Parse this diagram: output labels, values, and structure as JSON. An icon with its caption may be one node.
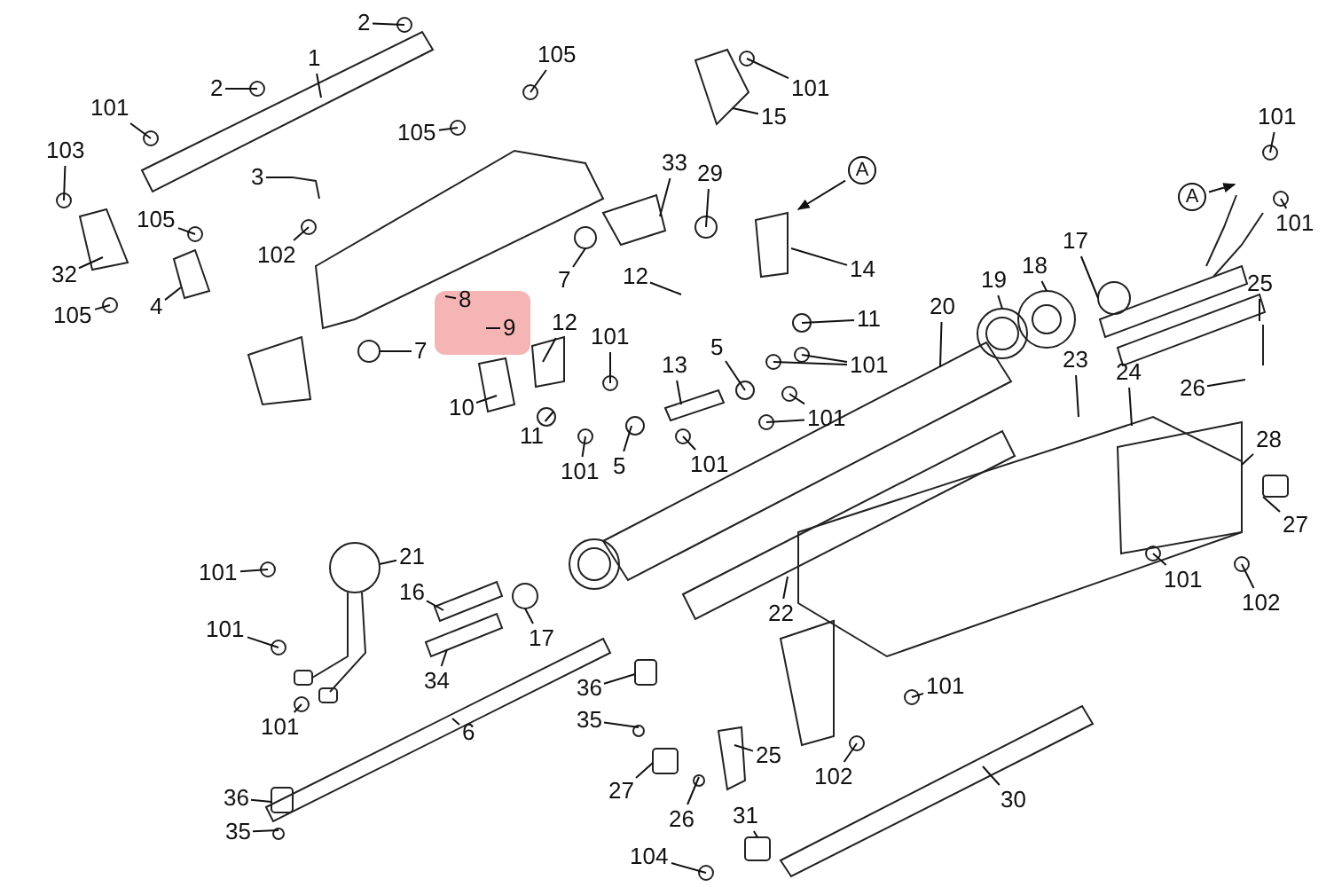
{
  "diagram": {
    "nodes": [
      {
        "text": [
          "2"
        ]
      },
      {
        "text": [
          "2"
        ]
      },
      {
        "text": [
          "1"
        ]
      },
      {
        "text": [
          "101"
        ]
      },
      {
        "text": [
          "105"
        ]
      },
      {
        "text": [
          "101"
        ]
      },
      {
        "text": [
          "15"
        ]
      },
      {
        "text": [
          "105"
        ]
      },
      {
        "text": [
          "103"
        ]
      },
      {
        "text": [
          "3"
        ]
      },
      {
        "text": [
          "102"
        ]
      },
      {
        "text": [
          "33"
        ]
      },
      {
        "text": [
          "29"
        ]
      },
      {
        "text": [
          "A"
        ]
      },
      {
        "text": [
          "14"
        ]
      },
      {
        "text": [
          "105"
        ]
      },
      {
        "text": [
          "32"
        ]
      },
      {
        "text": [
          "7"
        ]
      },
      {
        "text": [
          "4"
        ]
      },
      {
        "text": [
          "105"
        ]
      },
      {
        "text": [
          "8"
        ]
      },
      {
        "text": [
          "9"
        ]
      },
      {
        "text": [
          "12"
        ]
      },
      {
        "text": [
          "11"
        ]
      },
      {
        "text": [
          "12"
        ]
      },
      {
        "text": [
          "101"
        ]
      },
      {
        "text": [
          "7"
        ]
      },
      {
        "text": [
          "101"
        ]
      },
      {
        "text": [
          "13"
        ]
      },
      {
        "text": [
          "5"
        ]
      },
      {
        "text": [
          "101"
        ]
      },
      {
        "text": [
          "10"
        ]
      },
      {
        "text": [
          "11"
        ]
      },
      {
        "text": [
          "101"
        ]
      },
      {
        "text": [
          "5"
        ]
      },
      {
        "text": [
          "101"
        ]
      },
      {
        "text": [
          "17"
        ]
      },
      {
        "text": [
          "18"
        ]
      },
      {
        "text": [
          "19"
        ]
      },
      {
        "text": [
          "20"
        ]
      },
      {
        "text": [
          "101"
        ]
      },
      {
        "text": [
          "A"
        ]
      },
      {
        "text": [
          "101"
        ]
      },
      {
        "text": [
          "25"
        ]
      },
      {
        "text": [
          "26"
        ]
      },
      {
        "text": [
          "23"
        ]
      },
      {
        "text": [
          "24"
        ]
      },
      {
        "text": [
          "28"
        ]
      },
      {
        "text": [
          "27"
        ]
      },
      {
        "text": [
          "21"
        ]
      },
      {
        "text": [
          "101"
        ]
      },
      {
        "text": [
          "22"
        ]
      },
      {
        "text": [
          "101"
        ]
      },
      {
        "text": [
          "102"
        ]
      },
      {
        "text": [
          "16"
        ]
      },
      {
        "text": [
          "101"
        ]
      },
      {
        "text": [
          "17"
        ]
      },
      {
        "text": [
          "34"
        ]
      },
      {
        "text": [
          "101"
        ]
      },
      {
        "text": [
          "36"
        ]
      },
      {
        "text": [
          "35"
        ]
      },
      {
        "text": [
          "101"
        ]
      },
      {
        "text": [
          "6"
        ]
      },
      {
        "text": [
          "27"
        ]
      },
      {
        "text": [
          "25"
        ]
      },
      {
        "text": [
          "102"
        ]
      },
      {
        "text": [
          "26"
        ]
      },
      {
        "text": [
          "30"
        ]
      },
      {
        "text": [
          "36"
        ]
      },
      {
        "text": [
          "35"
        ]
      },
      {
        "text": [
          "31"
        ]
      },
      {
        "text": [
          "104"
        ]
      }
    ],
    "edges": [
      {
        "from": 0,
        "to": null,
        "arrow": "none"
      },
      {
        "from": 1,
        "to": null,
        "arrow": "none"
      },
      {
        "from": 2,
        "to": null,
        "arrow": "none"
      },
      {
        "from": 3,
        "to": null,
        "arrow": "none"
      },
      {
        "from": 4,
        "to": null,
        "arrow": "none"
      },
      {
        "from": 5,
        "to": null,
        "arrow": "none"
      },
      {
        "from": 6,
        "to": null,
        "arrow": "none"
      },
      {
        "from": 7,
        "to": null,
        "arrow": "none"
      },
      {
        "from": 8,
        "to": null,
        "arrow": "none"
      },
      {
        "from": 9,
        "to": null,
        "arrow": "none"
      },
      {
        "from": 10,
        "to": null,
        "arrow": "none"
      },
      {
        "from": 11,
        "to": null,
        "arrow": "none"
      },
      {
        "from": 12,
        "to": null,
        "arrow": "none"
      },
      {
        "from": 13,
        "to": null,
        "arrow": "to"
      },
      {
        "from": 14,
        "to": null,
        "arrow": "none"
      },
      {
        "from": 15,
        "to": null,
        "arrow": "none"
      },
      {
        "from": 16,
        "to": null,
        "arrow": "none"
      },
      {
        "from": 17,
        "to": null,
        "arrow": "none"
      },
      {
        "from": 18,
        "to": null,
        "arrow": "none"
      },
      {
        "from": 19,
        "to": null,
        "arrow": "none"
      },
      {
        "from": 20,
        "to": null,
        "arrow": "none"
      },
      {
        "from": 21,
        "to": null,
        "arrow": "none"
      },
      {
        "from": 22,
        "to": null,
        "arrow": "none"
      },
      {
        "from": 23,
        "to": null,
        "arrow": "none"
      },
      {
        "from": 24,
        "to": null,
        "arrow": "none"
      },
      {
        "from": 25,
        "to": null,
        "arrow": "none"
      },
      {
        "from": 25,
        "to": null,
        "arrow": "none"
      },
      {
        "from": 26,
        "to": null,
        "arrow": "none"
      },
      {
        "from": 27,
        "to": null,
        "arrow": "none"
      },
      {
        "from": 28,
        "to": null,
        "arrow": "none"
      },
      {
        "from": 29,
        "to": null,
        "arrow": "none"
      },
      {
        "from": 30,
        "to": null,
        "arrow": "none"
      },
      {
        "from": 30,
        "to": null,
        "arrow": "none"
      },
      {
        "from": 31,
        "to": null,
        "arrow": "none"
      },
      {
        "from": 32,
        "to": null,
        "arrow": "none"
      },
      {
        "from": 33,
        "to": null,
        "arrow": "none"
      },
      {
        "from": 34,
        "to": null,
        "arrow": "none"
      },
      {
        "from": 35,
        "to": null,
        "arrow": "none"
      },
      {
        "from": 36,
        "to": null,
        "arrow": "none"
      },
      {
        "from": 37,
        "to": null,
        "arrow": "none"
      },
      {
        "from": 38,
        "to": null,
        "arrow": "none"
      },
      {
        "from": 39,
        "to": null,
        "arrow": "none"
      },
      {
        "from": 40,
        "to": null,
        "arrow": "none"
      },
      {
        "from": 41,
        "to": null,
        "arrow": "to"
      },
      {
        "from": 42,
        "to": null,
        "arrow": "none"
      },
      {
        "from": 43,
        "to": null,
        "arrow": "none"
      },
      {
        "from": 44,
        "to": null,
        "arrow": "none"
      },
      {
        "from": 45,
        "to": null,
        "arrow": "none"
      },
      {
        "from": 46,
        "to": null,
        "arrow": "none"
      },
      {
        "from": 47,
        "to": null,
        "arrow": "none"
      },
      {
        "from": 48,
        "to": null,
        "arrow": "none"
      },
      {
        "from": 49,
        "to": null,
        "arrow": "none"
      },
      {
        "from": 50,
        "to": null,
        "arrow": "none"
      },
      {
        "from": 51,
        "to": null,
        "arrow": "none"
      },
      {
        "from": 52,
        "to": null,
        "arrow": "none"
      },
      {
        "from": 53,
        "to": null,
        "arrow": "none"
      },
      {
        "from": 54,
        "to": null,
        "arrow": "none"
      },
      {
        "from": 55,
        "to": null,
        "arrow": "none"
      },
      {
        "from": 56,
        "to": null,
        "arrow": "none"
      },
      {
        "from": 57,
        "to": null,
        "arrow": "none"
      },
      {
        "from": 58,
        "to": null,
        "arrow": "none"
      },
      {
        "from": 59,
        "to": null,
        "arrow": "none"
      },
      {
        "from": 60,
        "to": null,
        "arrow": "none"
      },
      {
        "from": 61,
        "to": null,
        "arrow": "none"
      },
      {
        "from": 62,
        "to": null,
        "arrow": "none"
      },
      {
        "from": 63,
        "to": null,
        "arrow": "none"
      },
      {
        "from": 64,
        "to": null,
        "arrow": "none"
      },
      {
        "from": 65,
        "to": null,
        "arrow": "none"
      },
      {
        "from": 66,
        "to": null,
        "arrow": "none"
      },
      {
        "from": 67,
        "to": null,
        "arrow": "none"
      },
      {
        "from": 68,
        "to": null,
        "arrow": "none"
      },
      {
        "from": 69,
        "to": null,
        "arrow": "none"
      },
      {
        "from": 70,
        "to": null,
        "arrow": "none"
      },
      {
        "from": 71,
        "to": null,
        "arrow": "none"
      }
    ]
  }
}
